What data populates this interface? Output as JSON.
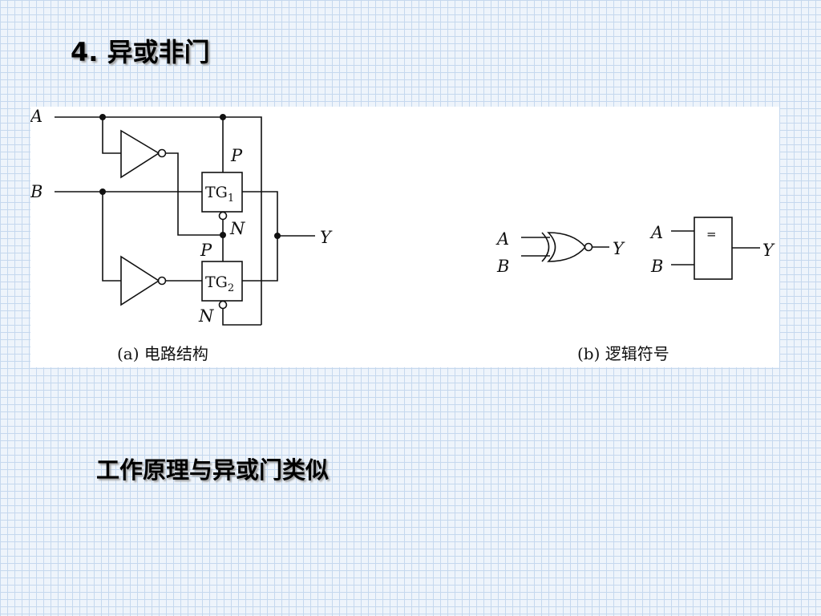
{
  "slide": {
    "title": "4. 异或非门",
    "body_text": "工作原理与异或门类似"
  },
  "figure": {
    "circuit": {
      "input_a": "A",
      "input_b": "B",
      "output": "Y",
      "tg1": {
        "main": "TG",
        "sub": "1"
      },
      "tg2": {
        "main": "TG",
        "sub": "2"
      },
      "p_label": "P",
      "n_label": "N",
      "caption": "(a) 电路结构"
    },
    "symbol": {
      "input_a": "A",
      "input_b": "B",
      "output": "Y",
      "box_label": "=",
      "caption": "(b) 逻辑符号"
    }
  }
}
